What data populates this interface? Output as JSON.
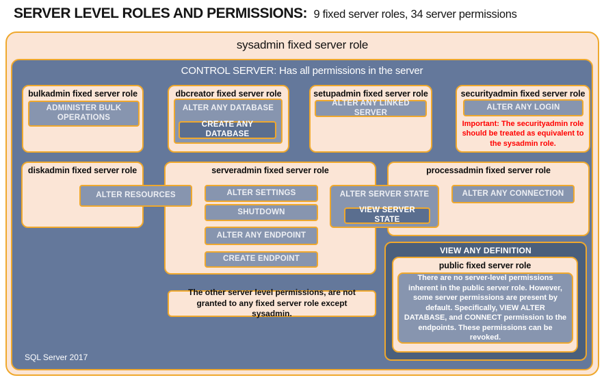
{
  "title": {
    "main": "SERVER LEVEL ROLES AND PERMISSIONS:",
    "sub": "9 fixed server roles, 34 server permissions"
  },
  "sysadmin_label": "sysadmin fixed server role",
  "control_server": {
    "label": "CONTROL SERVER: Has all permissions in the server",
    "footer": "SQL Server 2017"
  },
  "roles": {
    "bulkadmin": {
      "label": "bulkadmin fixed server role",
      "perm": "ADMINISTER BULK OPERATIONS"
    },
    "dbcreator": {
      "label": "dbcreator fixed server role",
      "perm_outer": "ALTER ANY DATABASE",
      "perm_inner": "CREATE ANY DATABASE"
    },
    "setupadmin": {
      "label": "setupadmin fixed server role",
      "perm": "ALTER ANY LINKED SERVER"
    },
    "securityadmin": {
      "label": "securityadmin fixed server role",
      "perm": "ALTER ANY LOGIN",
      "warning": "Important: The securityadmin role should be treated as equivalent to the sysadmin role."
    },
    "diskadmin": {
      "label": "diskadmin fixed server role",
      "perm": "ALTER RESOURCES"
    },
    "serveradmin": {
      "label": "serveradmin fixed server role",
      "perms": [
        "ALTER SETTINGS",
        "SHUTDOWN",
        "ALTER ANY ENDPOINT",
        "CREATE ENDPOINT"
      ]
    },
    "processadmin": {
      "label": "processadmin fixed server role",
      "perm": "ALTER ANY CONNECTION"
    },
    "public": {
      "label": "public fixed server role",
      "container_perm": "VIEW ANY DEFINITION",
      "description": "There are no server-level permissions inherent in the public server role. However, some server permissions are present by default. Specifically, VIEW ALTER DATABASE, and CONNECT permission to the endpoints. These permissions can be revoked."
    }
  },
  "shared_permissions": {
    "alter_server_state": "ALTER SERVER STATE",
    "view_server_state": "VIEW SERVER STATE"
  },
  "note": "The other server level permissions, are not granted to any fixed server role except sysadmin.",
  "colors": {
    "peach": "#FBE5D6",
    "gold_border": "#EFA82D",
    "slate_blue": "#64789B",
    "perm_blue": "#8795AF",
    "perm_dark_blue": "#5A6E8F",
    "navy": "#4A5F7C",
    "warning_red": "#FF0000"
  }
}
